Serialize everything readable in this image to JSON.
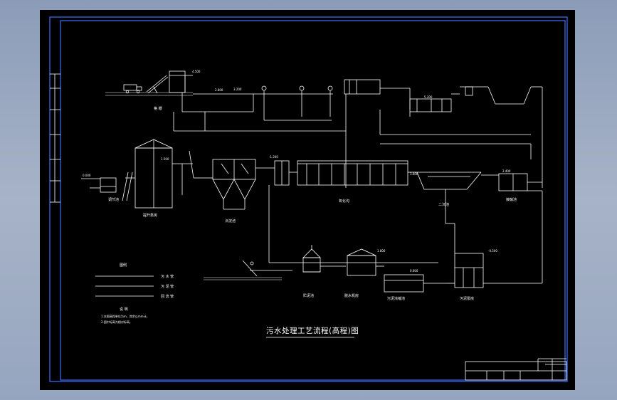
{
  "drawing": {
    "title": "污水处理工艺流程(高程)图",
    "units": {
      "u1": "格 栅",
      "u2": "提升泵房",
      "u3": "调节池",
      "u4": "沉淀池",
      "u5": "氧化沟",
      "u6": "二沉池",
      "u7": "接触池",
      "u8": "污泥浓缩池",
      "u9": "污泥泵房",
      "u10": "脱水机房",
      "u11": "贮泥池"
    },
    "legend": {
      "title": "图例",
      "items": [
        "污 水 管",
        "污 泥 管",
        "回 流 管"
      ]
    },
    "notes": {
      "title": "说 明",
      "lines": [
        "1.本图高程单位为m，其余以mm计。",
        "2.图中标高为相对标高。"
      ]
    },
    "levels": [
      "4.500",
      "3.200",
      "2.800",
      "1.500",
      "0.000",
      "-1.200",
      "5.200",
      "3.600",
      "2.400",
      "1.800",
      "0.600",
      "-0.500"
    ]
  }
}
